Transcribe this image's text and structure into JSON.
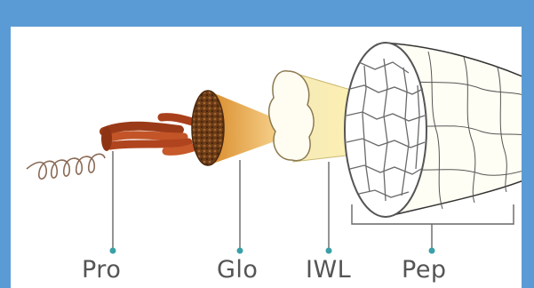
{
  "labels": {
    "pro": "Pro",
    "glo": "Glo",
    "iwl": "IWL",
    "pep": "Pep"
  },
  "colors": {
    "frame": "#5b9bd5",
    "leader_dot": "#3aa0a8",
    "leader_line": "#666666",
    "pro_fiber": "#b5461e",
    "glo_cone": "#e0a040",
    "iwl_cone": "#f3e3a0",
    "pep_cone": "#fffef0"
  }
}
